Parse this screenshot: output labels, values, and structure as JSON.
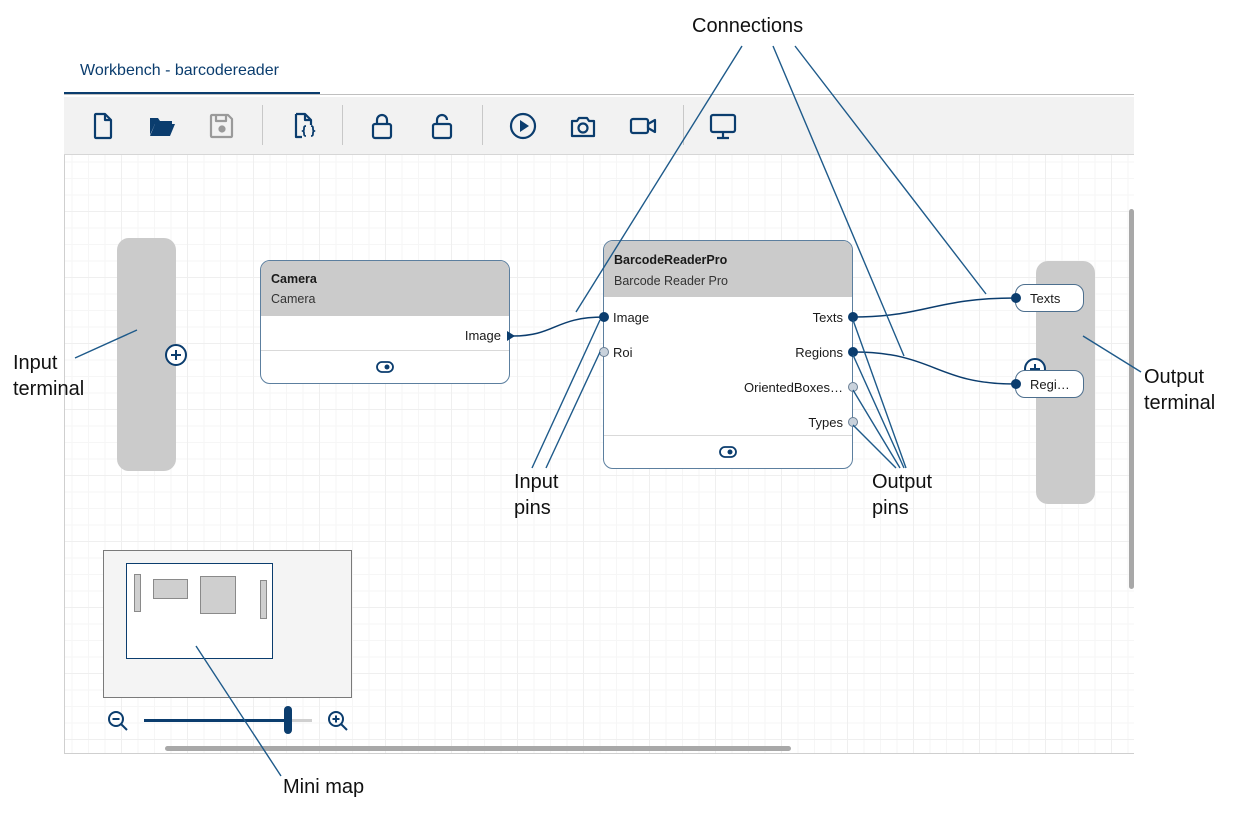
{
  "tab": {
    "title": "Workbench - barcodereader"
  },
  "toolbar": {
    "buttons": [
      {
        "icon": "new-file-icon",
        "enabled": true
      },
      {
        "icon": "open-folder-icon",
        "enabled": true
      },
      {
        "icon": "save-icon",
        "enabled": false
      },
      {
        "icon": "script-file-icon",
        "enabled": true
      },
      {
        "icon": "lock-icon",
        "enabled": true
      },
      {
        "icon": "unlock-icon",
        "enabled": true
      },
      {
        "icon": "run-icon",
        "enabled": true
      },
      {
        "icon": "camera-icon",
        "enabled": true
      },
      {
        "icon": "video-icon",
        "enabled": true
      },
      {
        "icon": "monitor-icon",
        "enabled": true
      }
    ]
  },
  "nodes": {
    "camera": {
      "title": "Camera",
      "subtitle": "Camera",
      "outputs": [
        "Image"
      ]
    },
    "barcode": {
      "title": "BarcodeReaderPro",
      "subtitle": "Barcode Reader Pro",
      "inputs": [
        "Image",
        "Roi"
      ],
      "outputs": [
        "Texts",
        "Regions",
        "OrientedBoxes…",
        "Types"
      ]
    }
  },
  "output_terminal": {
    "pins": [
      "Texts",
      "Regi…"
    ]
  },
  "annotations": {
    "connections": "Connections",
    "input_terminal_1": "Input",
    "input_terminal_2": "terminal",
    "output_terminal_1": "Output",
    "output_terminal_2": "terminal",
    "input_pins_1": "Input",
    "input_pins_2": "pins",
    "output_pins_1": "Output",
    "output_pins_2": "pins",
    "mini_map": "Mini map"
  },
  "zoom": {
    "level": 0.86
  },
  "colors": {
    "accent": "#0b3d6e",
    "node_header": "#cbcbcb",
    "terminal": "#cbcbcb"
  }
}
